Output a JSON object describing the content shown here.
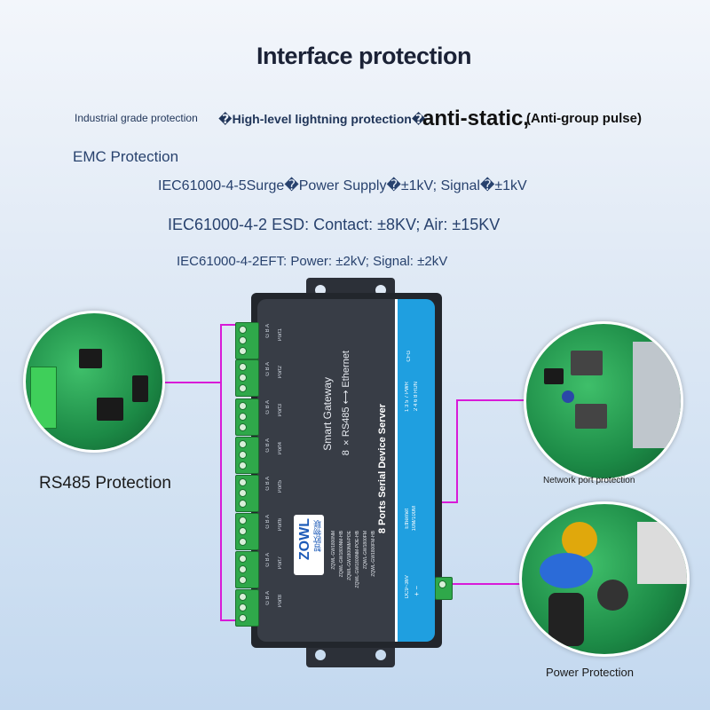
{
  "title": "Interface protection",
  "features": {
    "item1": "Industrial grade protection",
    "item2": "�High-level lightning protection�",
    "item3": "anti-static,",
    "item4": "(Anti-group pulse)"
  },
  "emc": {
    "heading": "EMC Protection",
    "lines": [
      "IEC61000-4-5Surge�Power Supply�±1kV; Signal�±1kV",
      "IEC61000-4-2 ESD: Contact: ±8KV; Air: ±15KV",
      "IEC61000-4-2EFT: Power: ±2kV; Signal: ±2kV"
    ]
  },
  "callouts": {
    "rs485": "RS485 Protection",
    "network": "Network port protection",
    "power": "Power Protection"
  },
  "device": {
    "ports": [
      "Port1",
      "Port2",
      "Port3",
      "Port4",
      "Port5",
      "Port6",
      "Port7",
      "Port8"
    ],
    "pins": "G B A",
    "name": "Smart Gateway",
    "subtitle": "8 ×RS485 ⟷ Ethernet",
    "server": "8 Ports Serial Device Server",
    "logo": "ZOWL",
    "logo_cn": "智欧物联",
    "models": [
      "ZQWL-GW1800NM",
      "ZQWL-GW1800NM-HB",
      "ZQWL-GW1800NM-POE",
      "ZQWL-GW1800NM-POE-HB",
      "ZQWL-GW1800FM",
      "ZQWL-GW1800FM-HB"
    ],
    "cfg": "CFG",
    "leds_top": "1 3 5 7 PWR",
    "leds_bottom": "2 4 6 8 RUN",
    "ethernet": "Ethernet",
    "ethernet_speed": "10M/100M",
    "power": "DC9~36V",
    "power_pol": "+  −",
    "colors": {
      "body": "#363b44",
      "strip": "#1f9fe0",
      "accent_line": "#d81ad8"
    }
  }
}
